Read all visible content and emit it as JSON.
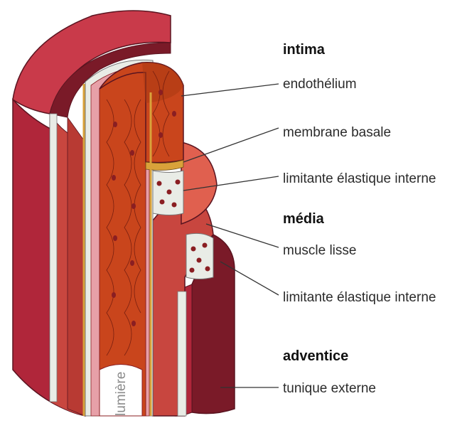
{
  "colors": {
    "adventitia_outer": "#7a1a28",
    "adventitia_mid": "#b0263a",
    "adventitia_light": "#c93a4a",
    "media": "#c8463f",
    "media_light": "#e0604f",
    "intima": "#c9451c",
    "intima_dark": "#a8380f",
    "elastic": "#e9ece6",
    "basal": "#d9a23a",
    "nucleus": "#8a1e22",
    "leader": "#333333"
  },
  "labels": {
    "intima": "intima",
    "endothelium": "endothélium",
    "basal_membrane": "membrane basale",
    "internal_elastic_1": "limitante élastique interne",
    "media": "média",
    "smooth_muscle": "muscle lisse",
    "internal_elastic_2": "limitante élastique interne",
    "adventitia": "adventice",
    "external_tunic": "tunique externe",
    "lumen": "lumière"
  }
}
